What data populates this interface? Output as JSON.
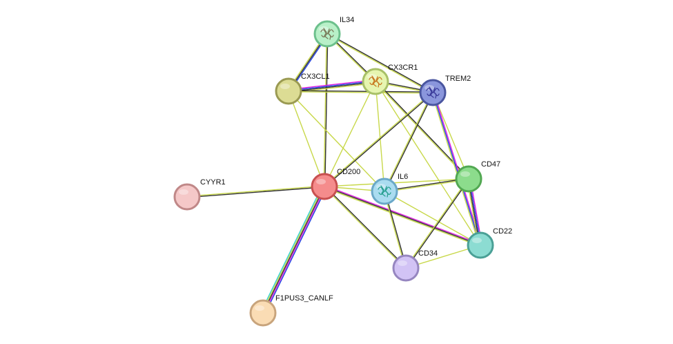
{
  "network": {
    "nodes": [
      {
        "id": "IL34",
        "label": "IL34",
        "fill": "#b8f0c8",
        "stroke": "#6cc08c",
        "icon": "protein-structure-icon",
        "iconColor": "#7a7a5a"
      },
      {
        "id": "CX3CL1",
        "label": "CX3CL1",
        "fill": "#dcdc94",
        "stroke": "#9a9a52",
        "icon": "",
        "iconColor": ""
      },
      {
        "id": "CX3CR1",
        "label": "CX3CR1",
        "fill": "#e6f5b0",
        "stroke": "#a8c068",
        "icon": "protein-structure-icon",
        "iconColor": "#c87820"
      },
      {
        "id": "TREM2",
        "label": "TREM2",
        "fill": "#8a96dc",
        "stroke": "#4a56a0",
        "icon": "protein-structure-icon",
        "iconColor": "#3a3a9a"
      },
      {
        "id": "CD47",
        "label": "CD47",
        "fill": "#8cdc8c",
        "stroke": "#52a852",
        "icon": "",
        "iconColor": ""
      },
      {
        "id": "CD200",
        "label": "CD200",
        "fill": "#f58c8c",
        "stroke": "#c85050",
        "icon": "",
        "iconColor": ""
      },
      {
        "id": "IL6",
        "label": "IL6",
        "fill": "#aadcf0",
        "stroke": "#6aa8c8",
        "icon": "protein-structure-icon",
        "iconColor": "#28a090"
      },
      {
        "id": "CYYR1",
        "label": "CYYR1",
        "fill": "#f5c8c8",
        "stroke": "#c08888",
        "icon": "",
        "iconColor": ""
      },
      {
        "id": "CD22",
        "label": "CD22",
        "fill": "#8cdcd2",
        "stroke": "#4aa096",
        "icon": "",
        "iconColor": ""
      },
      {
        "id": "CD34",
        "label": "CD34",
        "fill": "#d2c3f5",
        "stroke": "#9686c0",
        "icon": "",
        "iconColor": ""
      },
      {
        "id": "F1PUS3_CANLF",
        "label": "F1PUS3_CANLF",
        "fill": "#fadcb4",
        "stroke": "#c8a47c",
        "icon": "",
        "iconColor": ""
      }
    ],
    "edges": [
      {
        "source": "IL34",
        "target": "CX3CL1",
        "colors": [
          "#2040e0",
          "#303030",
          "#c8d84a"
        ]
      },
      {
        "source": "IL34",
        "target": "CX3CR1",
        "colors": [
          "#303030",
          "#c8d84a"
        ]
      },
      {
        "source": "IL34",
        "target": "TREM2",
        "colors": [
          "#303030",
          "#c8d84a"
        ]
      },
      {
        "source": "IL34",
        "target": "CD200",
        "colors": [
          "#303030",
          "#c8d84a"
        ]
      },
      {
        "source": "CX3CL1",
        "target": "CX3CR1",
        "colors": [
          "#e020e0",
          "#2040e0",
          "#303030",
          "#c8d84a"
        ]
      },
      {
        "source": "CX3CL1",
        "target": "TREM2",
        "colors": [
          "#303030",
          "#c8d84a"
        ]
      },
      {
        "source": "CX3CL1",
        "target": "CD200",
        "colors": [
          "#c8d84a"
        ]
      },
      {
        "source": "CX3CL1",
        "target": "IL6",
        "colors": [
          "#c8d84a"
        ]
      },
      {
        "source": "CX3CR1",
        "target": "TREM2",
        "colors": [
          "#303030",
          "#c8d84a"
        ]
      },
      {
        "source": "CX3CR1",
        "target": "CD200",
        "colors": [
          "#c8d84a"
        ]
      },
      {
        "source": "CX3CR1",
        "target": "IL6",
        "colors": [
          "#c8d84a"
        ]
      },
      {
        "source": "CX3CR1",
        "target": "CD47",
        "colors": [
          "#303030",
          "#c8d84a"
        ]
      },
      {
        "source": "CX3CR1",
        "target": "CD22",
        "colors": [
          "#c8d84a"
        ]
      },
      {
        "source": "TREM2",
        "target": "CD200",
        "colors": [
          "#303030",
          "#c8d84a"
        ]
      },
      {
        "source": "TREM2",
        "target": "IL6",
        "colors": [
          "#303030",
          "#c8d84a"
        ]
      },
      {
        "source": "TREM2",
        "target": "CD47",
        "colors": [
          "#c8d84a"
        ]
      },
      {
        "source": "TREM2",
        "target": "CD22",
        "colors": [
          "#e020e0",
          "#2040e0",
          "#c8d84a"
        ]
      },
      {
        "source": "CD200",
        "target": "IL6",
        "colors": [
          "#c8d84a"
        ]
      },
      {
        "source": "CD200",
        "target": "CD47",
        "colors": [
          "#c8d84a"
        ]
      },
      {
        "source": "CD200",
        "target": "CD22",
        "colors": [
          "#e020e0",
          "#303030",
          "#c8d84a"
        ]
      },
      {
        "source": "CD200",
        "target": "CD34",
        "colors": [
          "#303030",
          "#c8d84a"
        ]
      },
      {
        "source": "CD200",
        "target": "CYYR1",
        "colors": [
          "#303030",
          "#c8d84a"
        ]
      },
      {
        "source": "CD200",
        "target": "F1PUS3_CANLF",
        "colors": [
          "#2040e0",
          "#e020e0",
          "#303030",
          "#c8d84a",
          "#30d0d0"
        ]
      },
      {
        "source": "IL6",
        "target": "CD47",
        "colors": [
          "#303030",
          "#c8d84a"
        ]
      },
      {
        "source": "IL6",
        "target": "CD34",
        "colors": [
          "#303030",
          "#c8d84a"
        ]
      },
      {
        "source": "IL6",
        "target": "CD22",
        "colors": [
          "#c8d84a"
        ]
      },
      {
        "source": "CD47",
        "target": "CD22",
        "colors": [
          "#e020e0",
          "#2040e0",
          "#303030",
          "#c8d84a"
        ]
      },
      {
        "source": "CD47",
        "target": "CD34",
        "colors": [
          "#303030",
          "#c8d84a"
        ]
      },
      {
        "source": "CD22",
        "target": "CD34",
        "colors": [
          "#c8d84a"
        ]
      }
    ]
  }
}
